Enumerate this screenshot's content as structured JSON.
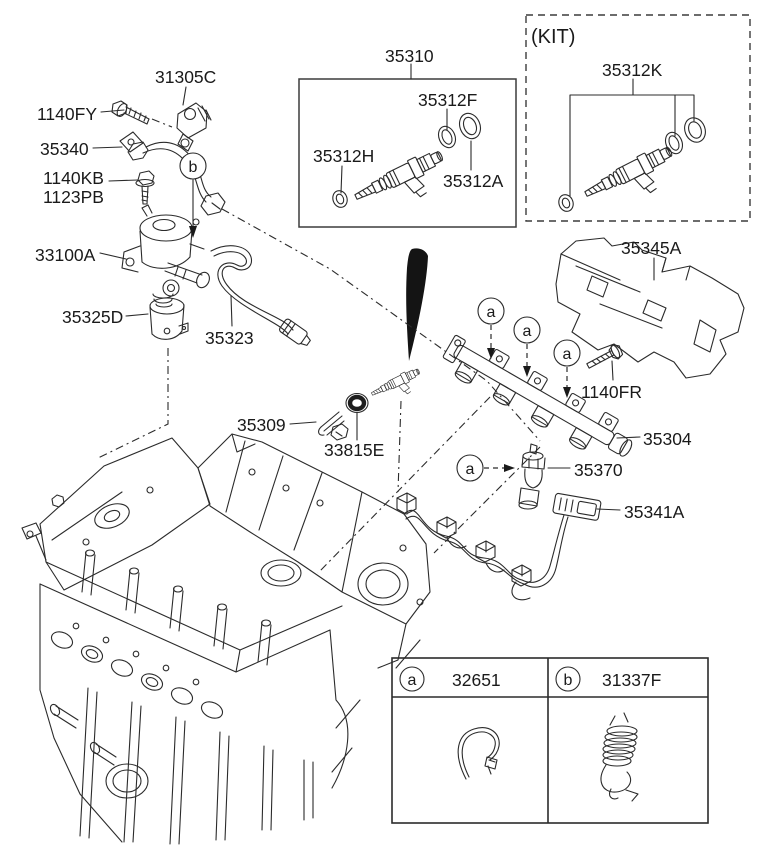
{
  "page": {
    "background": "#ffffff",
    "line_color": "#2b2b2b",
    "text_color": "#1a1a1a"
  },
  "callouts": {
    "a": "a",
    "b": "b"
  },
  "kit_box": {
    "title": "(KIT)",
    "part": "35312K"
  },
  "injector_box": {
    "part": "35310",
    "oring_front": "35312F",
    "seal_lower": "35312H",
    "ring_back": "35312A"
  },
  "parts": {
    "cam_sensor": "31305C",
    "bolt_fy": "1140FY",
    "high_pressure_pipe": "35340",
    "bolt_kb": "1140KB",
    "bolt_pb": "1123PB",
    "high_pressure_pump": "33100A",
    "pump_cap": "35325D",
    "fuel_hose": "35323",
    "foam_cover": "35345A",
    "bolt_fr": "1140FR",
    "delivery_pipe": "35304",
    "injector_clip": "35309",
    "injector_seal": "33815E",
    "pressure_sensor": "35370",
    "injector_harness": "35341A"
  },
  "legend": {
    "a": {
      "letter": "a",
      "part": "32651"
    },
    "b": {
      "letter": "b",
      "part": "31337F"
    }
  }
}
